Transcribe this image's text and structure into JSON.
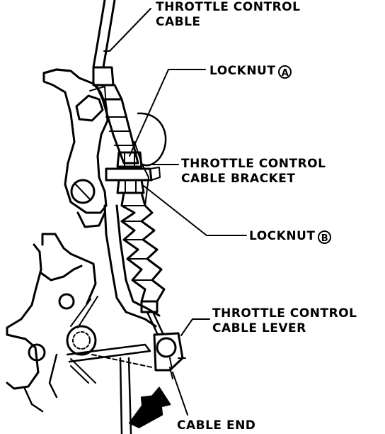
{
  "labels": {
    "throttle_cable_l1": "THROTTLE CONTROL",
    "throttle_cable_l2": "CABLE",
    "locknut_a": "LOCKNUT",
    "locknut_a_mark": "A",
    "bracket_l1": "THROTTLE CONTROL",
    "bracket_l2": "CABLE BRACKET",
    "locknut_b": "LOCKNUT",
    "locknut_b_mark": "B",
    "lever_l1": "THROTTLE CONTROL",
    "lever_l2": "CABLE LEVER",
    "cable_end": "CABLE END"
  },
  "colors": {
    "ink": "#000000",
    "paper": "#ffffff"
  }
}
